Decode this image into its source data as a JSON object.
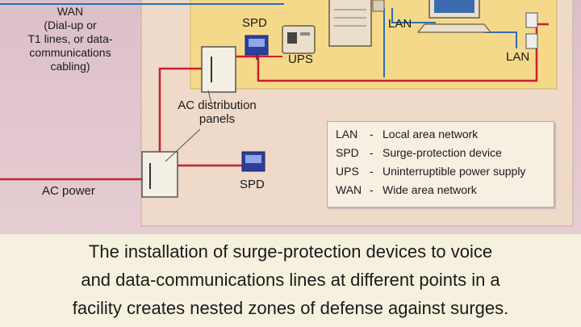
{
  "labels": {
    "wan": "WAN",
    "wan_detail": [
      "(Dial-up or",
      "T1 lines, or data-",
      "communications",
      "cabling)"
    ],
    "spd_top": "SPD",
    "ups": "UPS",
    "lan_mid": "LAN",
    "lan_right": "LAN",
    "ac_distribution": [
      "AC distribution",
      "panels"
    ],
    "spd_bottom": "SPD",
    "ac_power": "AC power"
  },
  "legend": [
    {
      "abbr": "LAN",
      "sep": "-",
      "text": "Local area network"
    },
    {
      "abbr": "SPD",
      "sep": "-",
      "text": "Surge-protection device"
    },
    {
      "abbr": "UPS",
      "sep": "-",
      "text": "Uninterruptible power supply"
    },
    {
      "abbr": "WAN",
      "sep": "-",
      "text": "Wide area network"
    }
  ],
  "caption": [
    "The installation of surge-protection devices to voice",
    "and data-communications lines at different points in a",
    "facility creates nested zones of defense against surges."
  ],
  "colors": {
    "power_line": "#c8202a",
    "data_line": "#2b6fb3",
    "zone_fill": "#f5d98a",
    "panel_fill": "#f4efe4",
    "spd_fill": "#2c3e9e"
  }
}
